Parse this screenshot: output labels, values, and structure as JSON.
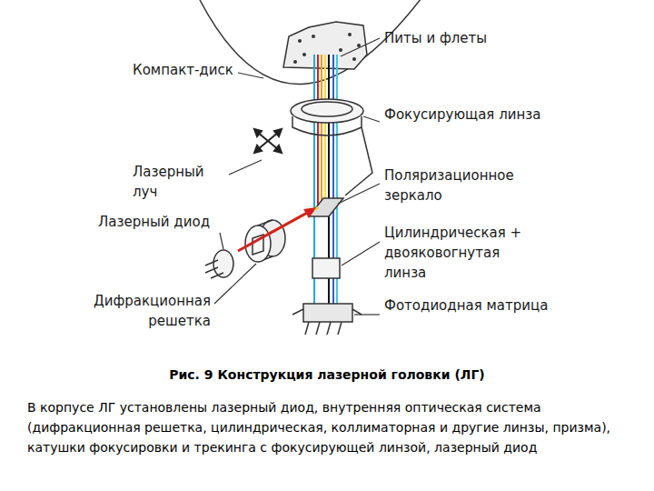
{
  "diagram": {
    "caption": "Рис. 9 Конструкция лазерной головки (ЛГ)",
    "labels": [
      "Компакт-диск",
      "Питы и флеты",
      "Фокусирующая линза",
      "Лазерный луч",
      "Поляризационное зеркало",
      "Лазерный диод",
      "Цилиндрическая + двояковогнутая линза",
      "Дифракционная решетка",
      "Фотодиодная матрица",
      "В корпусе ЛГ установлены лазерный диод, внутренняя оптическая система (дифракционная решетка, цилиндрическая, коллиматорная и другие линзы, призма), катушки фокусировки и трекинга с фокусирующей линзой, лазерный диод"
    ]
  }
}
